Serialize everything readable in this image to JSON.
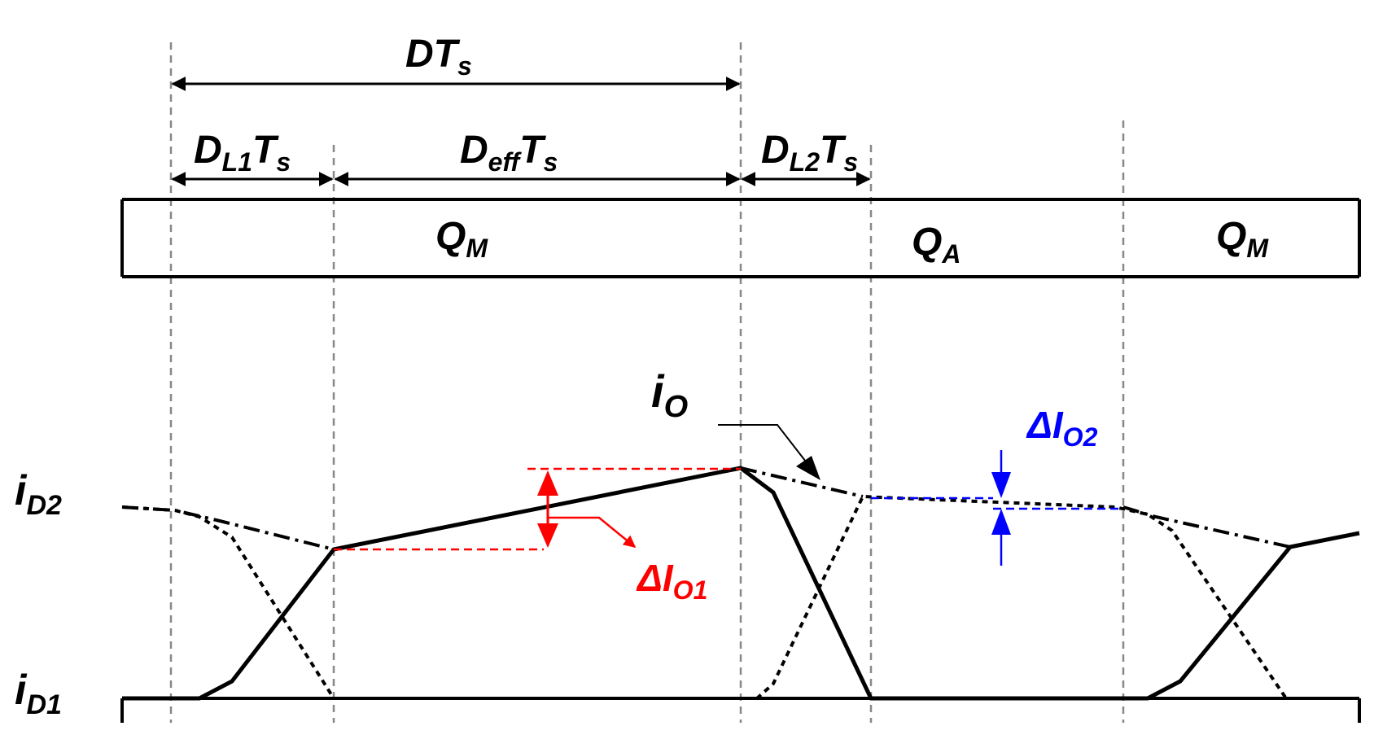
{
  "dimensions": {
    "dts": {
      "main": "DT",
      "sub": "s"
    },
    "dl1ts": {
      "main": "D",
      "sub1": "L1",
      "mid": "T",
      "sub2": "s"
    },
    "deffts": {
      "main": "D",
      "sub1": "eff",
      "mid": "T",
      "sub2": "s"
    }
  },
  "dl2ts": {
    "main": "D",
    "sub1": "L2",
    "mid": "T",
    "sub2": "s"
  },
  "switches": [
    {
      "main": "Q",
      "sub": "M"
    },
    {
      "main": "Q",
      "sub": "A"
    },
    {
      "main": "Q",
      "sub": "M"
    }
  ],
  "axis_labels": {
    "id2": {
      "main": "i",
      "sub": "D2"
    },
    "id1": {
      "main": "i",
      "sub": "D1"
    }
  },
  "annotations": {
    "io": {
      "main": "i",
      "sub": "O"
    },
    "delta_io1": {
      "main": "ΔI",
      "sub": "O1"
    },
    "delta_io2": {
      "main": "ΔI",
      "sub": "O2"
    }
  },
  "colors": {
    "delta_io1": "#ff0000",
    "delta_io2": "#0000ff",
    "trace": "#000000",
    "guide": "#888888"
  }
}
